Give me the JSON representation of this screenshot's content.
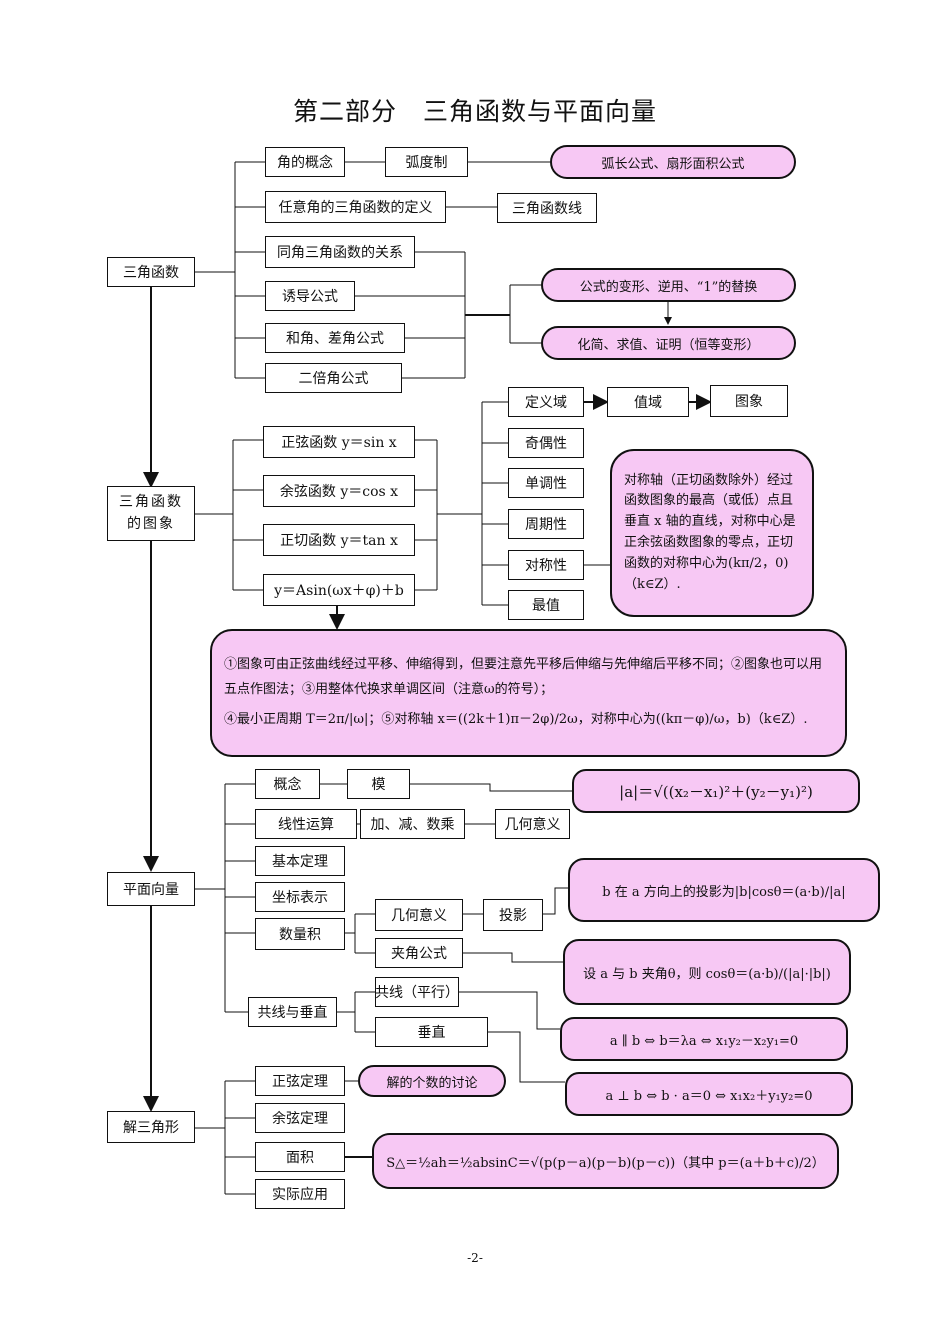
{
  "title": "第二部分　三角函数与平面向量",
  "page_number": "-2-",
  "sections": {
    "trig": {
      "label": "三角函数",
      "angle_concept": "角的概念",
      "radian": "弧度制",
      "arc_formula": "弧长公式、扇形面积公式",
      "definition": "任意角的三角函数的定义",
      "trig_line": "三角函数线",
      "same_angle": "同角三角函数的关系",
      "induction": "诱导公式",
      "sum_diff": "和角、差角公式",
      "double": "二倍角公式",
      "transform": "公式的变形、逆用、“1”的替换",
      "simplify": "化简、求值、证明（恒等变形）"
    },
    "graph": {
      "label": "三角函数的图象",
      "sin": "正弦函数 y＝sin x",
      "cos": "余弦函数 y＝cos x",
      "tan": "正切函数 y＝tan x",
      "asin": "y＝Asin(ωx＋φ)＋b",
      "domain": "定义域",
      "range": "值域",
      "image": "图象",
      "parity": "奇偶性",
      "monotonic": "单调性",
      "period": "周期性",
      "symmetry": "对称性",
      "extreme": "最值",
      "symmetry_note": "对称轴（正切函数除外）经过函数图象的最高（或低）点且垂直 x 轴的直线，对称中心是正余弦函数图象的零点，正切函数的对称中心为(kπ/2，0)（k∈Z）.",
      "note_line1": "①图象可由正弦曲线经过平移、伸缩得到，但要注意先平移后伸缩与先伸缩后平移不同；②图象也可以用五点作图法；③用整体代换求单调区间（注意ω的符号）；",
      "note_line2": "④最小正周期 T＝2π/|ω|；⑤对称轴 x＝((2k＋1)π－2φ)/2ω，对称中心为((kπ－φ)/ω，b)（k∈Z）."
    },
    "vector": {
      "label": "平面向量",
      "concept": "概念",
      "modulus": "模",
      "modulus_formula": "|a|＝√((x₂－x₁)²＋(y₂－y₁)²)",
      "linear": "线性运算",
      "ops": "加、减、数乘",
      "geo_meaning1": "几何意义",
      "basic_theorem": "基本定理",
      "coord": "坐标表示",
      "dot": "数量积",
      "geo_meaning2": "几何意义",
      "projection": "投影",
      "projection_formula": "b 在 a 方向上的投影为|b|cosθ＝(a·b)/|a|",
      "angle_formula": "夹角公式",
      "angle_result": "设 a 与 b 夹角θ，则 cosθ＝(a·b)/(|a|·|b|)",
      "collinear_perp": "共线与垂直",
      "collinear": "共线（平行）",
      "perp": "垂直",
      "parallel_formula": "a ∥ b ⇔ b＝λa ⇔ x₁y₂－x₂y₁=0",
      "perp_formula": "a ⊥ b ⇔ b · a＝0 ⇔ x₁x₂＋y₁y₂=0"
    },
    "triangle": {
      "label": "解三角形",
      "sine_law": "正弦定理",
      "sine_discuss": "解的个数的讨论",
      "cosine_law": "余弦定理",
      "area": "面积",
      "area_formula": "S△＝½ah＝½absinC＝√(p(p－a)(p－b)(p－c))（其中 p＝(a＋b＋c)/2）",
      "application": "实际应用"
    }
  }
}
